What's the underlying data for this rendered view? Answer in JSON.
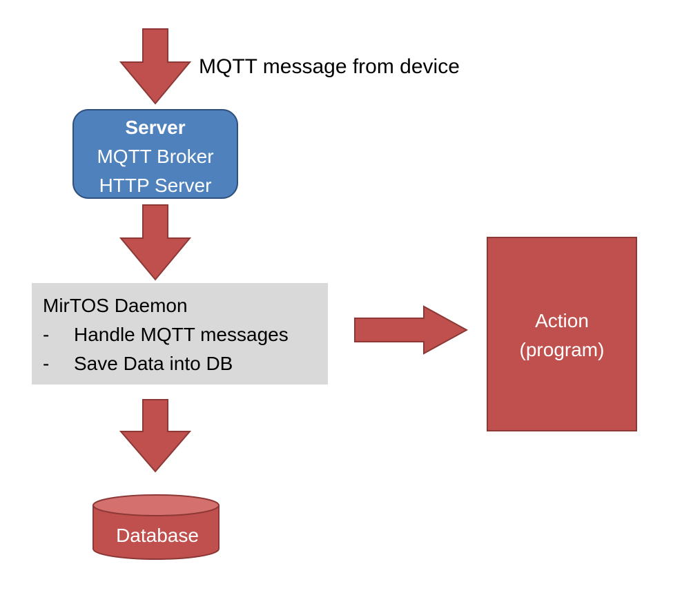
{
  "colors": {
    "arrow_fill": "#C0504D",
    "arrow_stroke": "#8C3836",
    "server_fill": "#4F81BD",
    "server_stroke": "#2F4F7F",
    "daemon_fill": "#D9D9D9",
    "action_fill": "#C0504D",
    "database_fill": "#C0504D",
    "text_dark": "#000000",
    "text_light": "#FFFFFF"
  },
  "incoming_label": "MQTT message from device",
  "server": {
    "title": "Server",
    "line1": "MQTT Broker",
    "line2": "HTTP Server"
  },
  "daemon": {
    "title": "MirTOS Daemon",
    "bullet_marker": "-",
    "items": [
      "Handle MQTT messages",
      "Save Data into DB"
    ]
  },
  "action": {
    "line1": "Action",
    "line2": "(program)"
  },
  "database": {
    "label": "Database"
  }
}
